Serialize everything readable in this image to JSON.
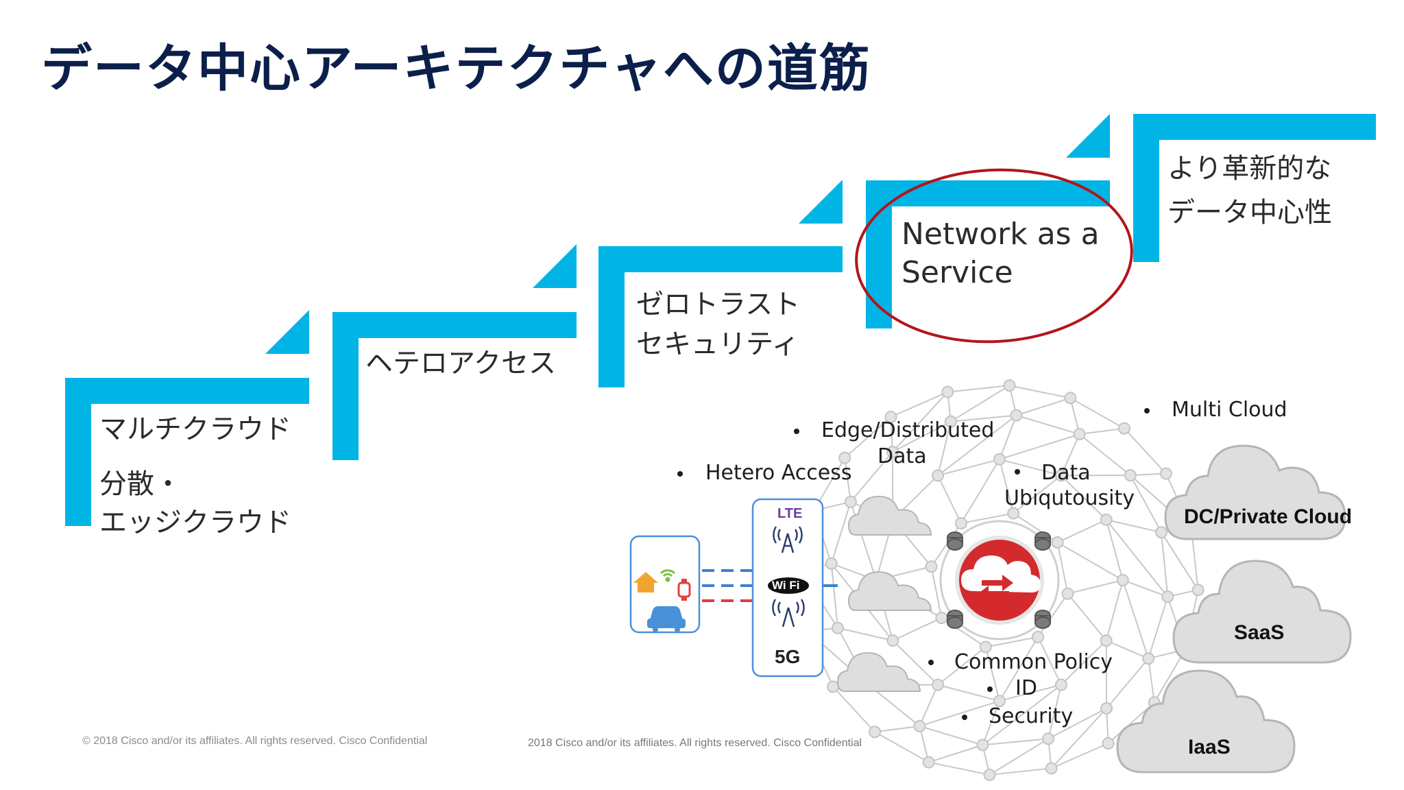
{
  "title": "データ中心アーキテクチャへの道筋",
  "steps": [
    {
      "label_lines": [
        "マルチクラウド"
      ],
      "extra_lines": [
        "分散・",
        "エッジクラウド"
      ]
    },
    {
      "label_lines": [
        "ヘテロアクセス"
      ]
    },
    {
      "label_lines": [
        "ゼロトラスト",
        "セキュリティ"
      ]
    },
    {
      "label_lines": [
        "Network as a",
        "Service"
      ]
    },
    {
      "label_lines": [
        "より革新的な",
        "データ中心性"
      ]
    }
  ],
  "diagram": {
    "bullets": {
      "hetero_access": "Hetero Access",
      "edge_line1": "Edge/Distributed",
      "edge_line2": "Data",
      "data_line1": "Data",
      "data_line2": "Ubiqutousity",
      "multi_cloud": "Multi Cloud",
      "common_policy": "Common Policy",
      "id": "ID",
      "security": "Security"
    },
    "clouds": {
      "dc_private": "DC/Private Cloud",
      "saas": "SaaS",
      "iaas": "IaaS"
    },
    "access_box": {
      "lte": "LTE",
      "wifi": "Wi Fi",
      "fiveg": "5G"
    }
  },
  "footer": {
    "left": "© 2018  Cisco and/or its affiliates. All rights reserved.   Cisco Confidential",
    "right": "2018  Cisco and/or its affiliates. All rights reserved.   Cisco Confidential"
  },
  "colors": {
    "accent": "#00b4e6",
    "title": "#0b1f4b",
    "highlight_ring": "#b3151b",
    "cloud_fill": "#dedede",
    "cloud_stroke": "#b5b5b5",
    "device_border": "#4a90d9"
  },
  "icons": [
    "home-icon",
    "wifi-signal-icon",
    "watch-icon",
    "car-icon",
    "cell-tower-icon",
    "wifi-antenna-icon",
    "cloud-exchange-icon"
  ]
}
